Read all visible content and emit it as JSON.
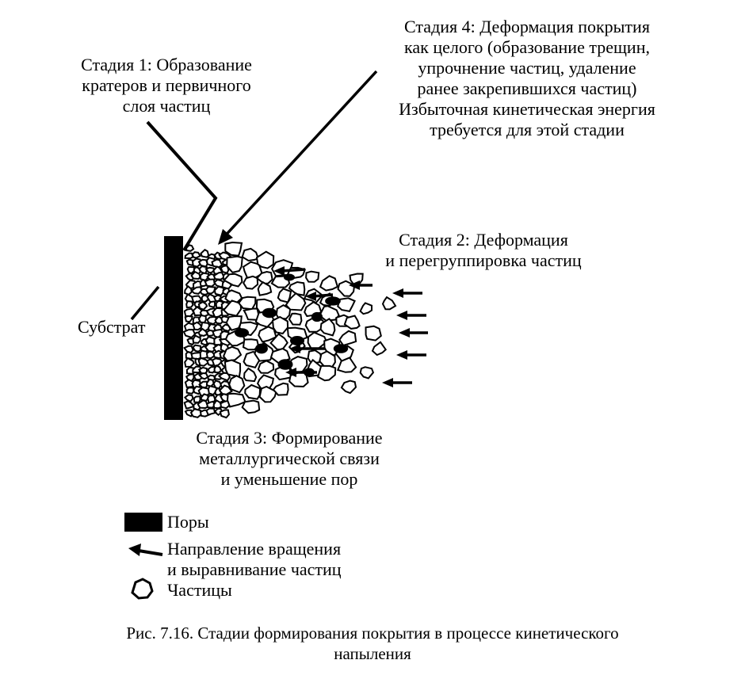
{
  "stage1": {
    "lines": [
      "Стадия 1: Образование",
      "кратеров  и первичного",
      "слоя частиц"
    ]
  },
  "stage4": {
    "lines": [
      "Стадия 4: Деформация покрытия",
      "как целого (образование трещин,",
      "упрочнение частиц, удаление",
      "ранее закрепившихся частиц)",
      "Избыточная кинетическая энергия",
      "требуется для этой стадии"
    ]
  },
  "stage2": {
    "lines": [
      "Стадия 2: Деформация",
      "и перегруппировка частиц"
    ]
  },
  "substrate": {
    "label": "Субстрат"
  },
  "stage3": {
    "lines": [
      "Стадия 3: Формирование",
      "металлургической связи",
      "и уменьшение пор"
    ]
  },
  "legend": {
    "pores": "Поры",
    "direction": [
      "Направление вращения",
      "и выравнивание частиц"
    ],
    "particles": "Частицы"
  },
  "caption": {
    "line1": "Рис. 7.16. Стадии  формирования  покрытия  в  процессе  кинетического",
    "line2": "напыления"
  }
}
